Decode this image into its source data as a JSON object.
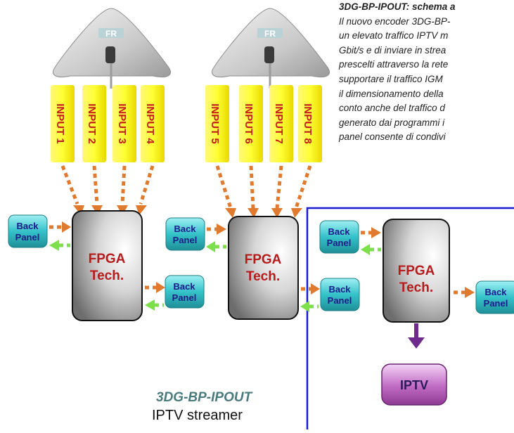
{
  "caption": {
    "title": "3DG-BP-IPOUT: schema a",
    "lines": [
      "Il nuovo encoder 3DG-BP-",
      "un elevato traffico IPTV m",
      "Gbit/s e di inviare in strea",
      "prescelti attraverso la rete",
      "supportare il traffico IGM",
      "il dimensionamento della",
      "conto anche del traffico d",
      "generato dai programmi i",
      "panel consente di condivi"
    ]
  },
  "dish_logo": "FR",
  "inputs": [
    "INPUT 1",
    "INPUT 2",
    "INPUT 3",
    "INPUT 4",
    "INPUT 5",
    "INPUT 6",
    "INPUT 7",
    "INPUT 8"
  ],
  "fpga": {
    "line1": "FPGA",
    "line2": "Tech."
  },
  "back_panel": {
    "line1": "Back",
    "line2": "Panel"
  },
  "iptv_label": "IPTV",
  "product": {
    "name": "3DG-BP-IPOUT",
    "description": "IPTV streamer"
  },
  "colors": {
    "input_fill": "#ffff33",
    "input_text": "#c41a1a",
    "arrow_orange": "#e07a2e",
    "arrow_green": "#7ddf4a",
    "arrow_purple": "#6e2a8c",
    "back_panel_fill": "#35c2c9",
    "fpga_text": "#b71c1c",
    "iptv_fill": "#b25bb5",
    "frame_blue": "#1a1ad1",
    "subtitle_color": "#4a7b7c"
  }
}
